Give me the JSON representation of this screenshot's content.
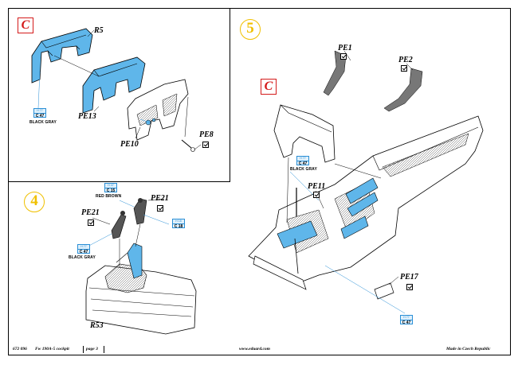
{
  "steps": {
    "subC": {
      "badge": "C",
      "part_r5": "R5",
      "part_pe13": "PE13",
      "part_pe10": "PE10",
      "part_pe8": "PE8",
      "paint": {
        "code": "C 47",
        "name": "BLACK GRAY"
      }
    },
    "step4": {
      "number": "4",
      "part_pe21a": "PE21",
      "part_pe21b": "PE21",
      "part_r53": "R53",
      "paint_red": {
        "code": "C 15",
        "name": "RED BROWN"
      },
      "paint_c18": {
        "code": "C 18"
      },
      "paint_black": {
        "code": "C 47",
        "name": "BLACK GRAY"
      }
    },
    "step5": {
      "number": "5",
      "badge": "C",
      "part_pe1": "PE1",
      "part_pe2": "PE2",
      "part_pe11": "PE11",
      "part_pe17": "PE17",
      "paint_a": {
        "code": "C 47",
        "name": "BLACK GRAY"
      },
      "paint_b": {
        "code": "C 47"
      }
    }
  },
  "footer": {
    "doc_id": "672 096",
    "title": "Fw 190A-5 cockpit",
    "page": "page 3",
    "url": "www.eduard.com",
    "made_in": "Made in Czech Republic"
  },
  "colors": {
    "parts_blue": "#5fb6ea",
    "number_yellow": "#f0c000",
    "badge_red": "#d41a1a",
    "paint_blue": "#2a8fd6"
  }
}
